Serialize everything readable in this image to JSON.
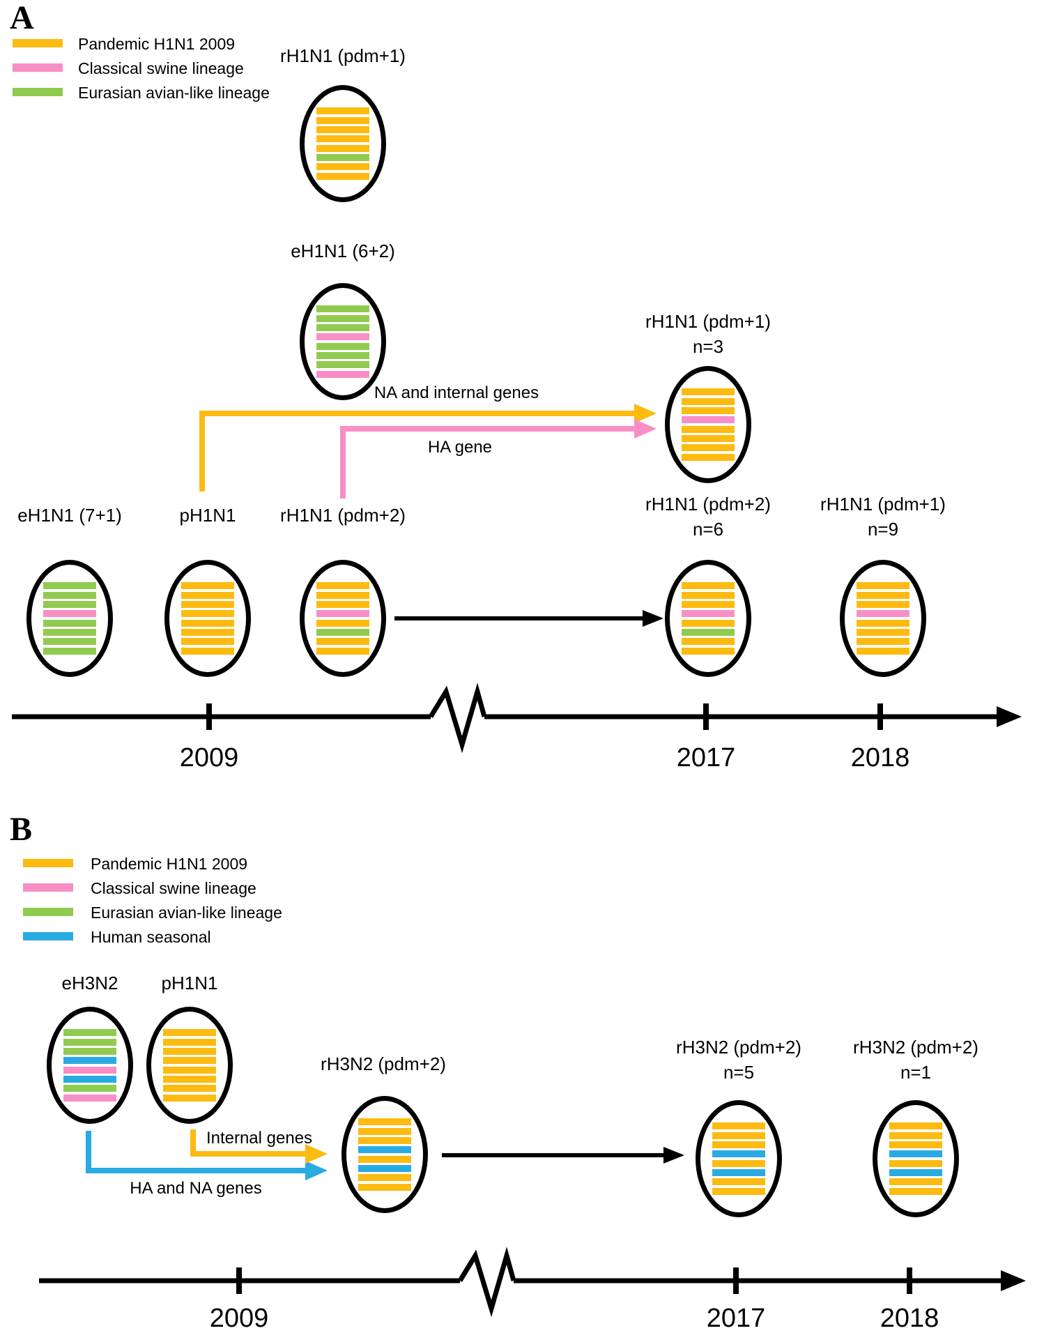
{
  "colors": {
    "orange": "#FDBB11",
    "pink": "#F78FC6",
    "green": "#90CB4F",
    "blue": "#29ABE2",
    "black": "#000000"
  },
  "panels": [
    {
      "letter": "A",
      "legend": [
        {
          "color": "orange",
          "label": "Pandemic H1N1 2009"
        },
        {
          "color": "pink",
          "label": "Classical swine lineage"
        },
        {
          "color": "green",
          "label": "Eurasian avian-like lineage"
        }
      ],
      "viruses": [
        {
          "label": "rH1N1 (pdm+1)",
          "segments": [
            "orange",
            "orange",
            "orange",
            "orange",
            "orange",
            "green",
            "orange",
            "orange"
          ]
        },
        {
          "label": "eH1N1 (6+2)",
          "segments": [
            "green",
            "green",
            "green",
            "pink",
            "green",
            "green",
            "green",
            "pink"
          ]
        },
        {
          "label": "rH1N1 (pdm+1)",
          "sub": "n=3",
          "segments": [
            "orange",
            "orange",
            "orange",
            "pink",
            "orange",
            "orange",
            "orange",
            "orange"
          ]
        },
        {
          "label": "eH1N1 (7+1)",
          "segments": [
            "green",
            "green",
            "green",
            "pink",
            "green",
            "green",
            "green",
            "green"
          ]
        },
        {
          "label": "pH1N1",
          "segments": [
            "orange",
            "orange",
            "orange",
            "orange",
            "orange",
            "orange",
            "orange",
            "orange"
          ]
        },
        {
          "label": "rH1N1 (pdm+2)",
          "segments": [
            "orange",
            "orange",
            "orange",
            "pink",
            "orange",
            "green",
            "orange",
            "orange"
          ]
        },
        {
          "label": "rH1N1 (pdm+2)",
          "sub": "n=6",
          "segments": [
            "orange",
            "orange",
            "orange",
            "pink",
            "orange",
            "green",
            "orange",
            "orange"
          ]
        },
        {
          "label": "rH1N1 (pdm+1)",
          "sub": "n=9",
          "segments": [
            "orange",
            "orange",
            "orange",
            "pink",
            "orange",
            "orange",
            "orange",
            "orange"
          ]
        }
      ],
      "arrow_labels": {
        "orange": "NA and internal genes",
        "pink": "HA gene"
      },
      "timeline": {
        "years": [
          "2009",
          "2017",
          "2018"
        ]
      }
    },
    {
      "letter": "B",
      "legend": [
        {
          "color": "orange",
          "label": "Pandemic H1N1 2009"
        },
        {
          "color": "pink",
          "label": "Classical swine lineage"
        },
        {
          "color": "green",
          "label": "Eurasian avian-like lineage"
        },
        {
          "color": "blue",
          "label": "Human seasonal"
        }
      ],
      "viruses": [
        {
          "label": "eH3N2",
          "segments": [
            "green",
            "green",
            "green",
            "blue",
            "pink",
            "blue",
            "green",
            "pink"
          ]
        },
        {
          "label": "pH1N1",
          "segments": [
            "orange",
            "orange",
            "orange",
            "orange",
            "orange",
            "orange",
            "orange",
            "orange"
          ]
        },
        {
          "label": "rH3N2 (pdm+2)",
          "segments": [
            "orange",
            "orange",
            "orange",
            "blue",
            "orange",
            "blue",
            "orange",
            "orange"
          ]
        },
        {
          "label": "rH3N2 (pdm+2)",
          "sub": "n=5",
          "segments": [
            "orange",
            "orange",
            "orange",
            "blue",
            "orange",
            "blue",
            "orange",
            "orange"
          ]
        },
        {
          "label": "rH3N2 (pdm+2)",
          "sub": "n=1",
          "segments": [
            "orange",
            "orange",
            "orange",
            "blue",
            "orange",
            "blue",
            "orange",
            "orange"
          ]
        }
      ],
      "arrow_labels": {
        "orange": "Internal genes",
        "blue": "HA and NA genes"
      },
      "timeline": {
        "years": [
          "2009",
          "2017",
          "2018"
        ]
      }
    }
  ]
}
